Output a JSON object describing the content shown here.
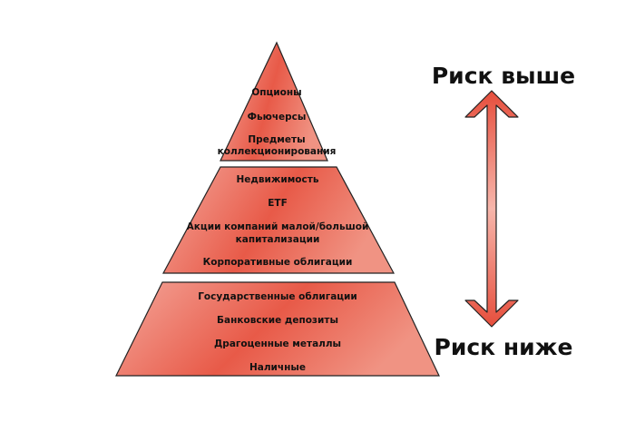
{
  "colors": {
    "tier_fill_light": "#f4a79b",
    "tier_fill_dark": "#e85a48",
    "outline": "#222222",
    "arrow_fill_light": "#f7b6ab",
    "arrow_fill_dark": "#e64e3c"
  },
  "pyramid": {
    "top": {
      "items": [
        "Опционы",
        "Фьючерсы",
        "Предметы",
        "коллекционирования"
      ]
    },
    "middle": {
      "items": [
        "Недвижимость",
        "ETF",
        "Акции компаний малой/большой",
        "капитализации",
        "Корпоративные облигации"
      ]
    },
    "bottom": {
      "items": [
        "Государственные облигации",
        "Банковские депозиты",
        "Драгоценные металлы",
        "Наличные"
      ]
    }
  },
  "risk": {
    "higher": "Риск выше",
    "lower": "Риск ниже"
  }
}
